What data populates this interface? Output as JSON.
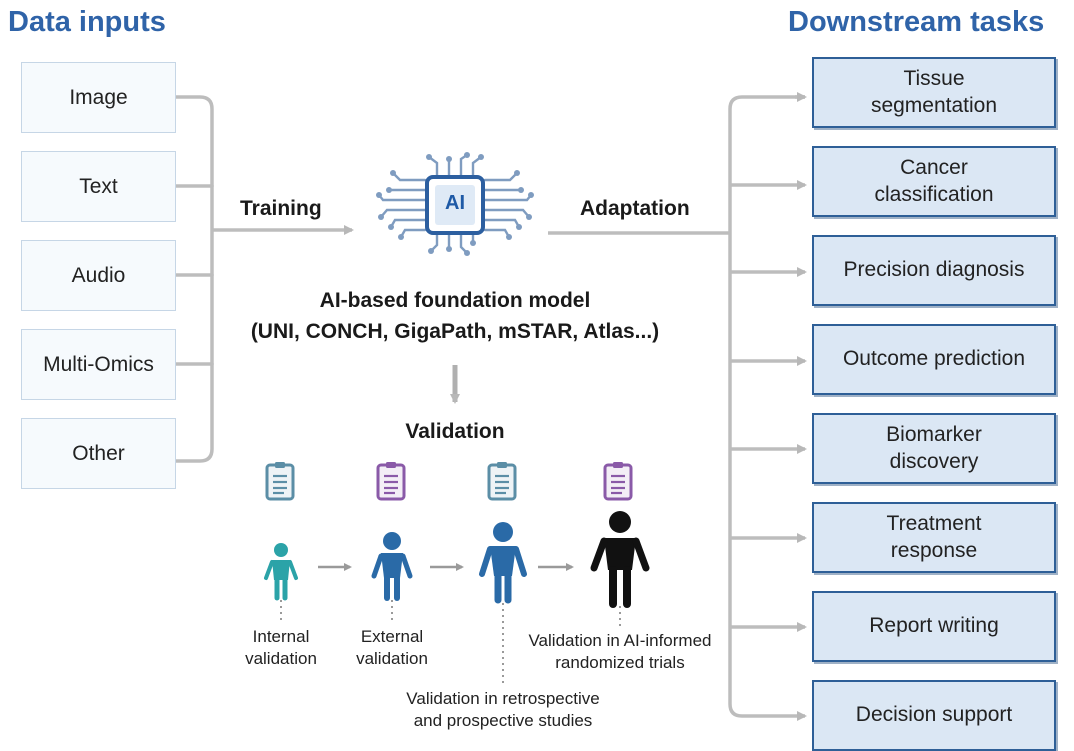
{
  "headings": {
    "left": "Data inputs",
    "right": "Downstream tasks"
  },
  "inputs": [
    "Image",
    "Text",
    "Audio",
    "Multi-Omics",
    "Other"
  ],
  "outputs": [
    "Tissue\nsegmentation",
    "Cancer\nclassification",
    "Precision diagnosis",
    "Outcome prediction",
    "Biomarker\ndiscovery",
    "Treatment\nresponse",
    "Report writing",
    "Decision support"
  ],
  "labels": {
    "training": "Training",
    "adaptation": "Adaptation",
    "ai_badge": "AI",
    "model_title": "AI-based foundation model",
    "model_examples": "(UNI, CONCH, GigaPath, mSTAR, Atlas...)",
    "validation": "Validation"
  },
  "stages": {
    "internal": "Internal\nvalidation",
    "external": "External\nvalidation",
    "retro": "Validation in retrospective\nand prospective studies",
    "trials": "Validation in AI-informed\nrandomized trials"
  },
  "colors": {
    "heading": "#2f63a8",
    "teal_person": "#2ba3a8",
    "blue_person": "#2a6aa7",
    "dark_person": "#111111",
    "teal_clipboard": "#5b8ea6",
    "purple_clipboard": "#8a5aa8",
    "arrow": "#b8b8b8"
  },
  "icons": [
    "brain-chip-icon",
    "clipboard-icon",
    "person-icon",
    "arrow-right-icon",
    "arrow-down-icon"
  ]
}
